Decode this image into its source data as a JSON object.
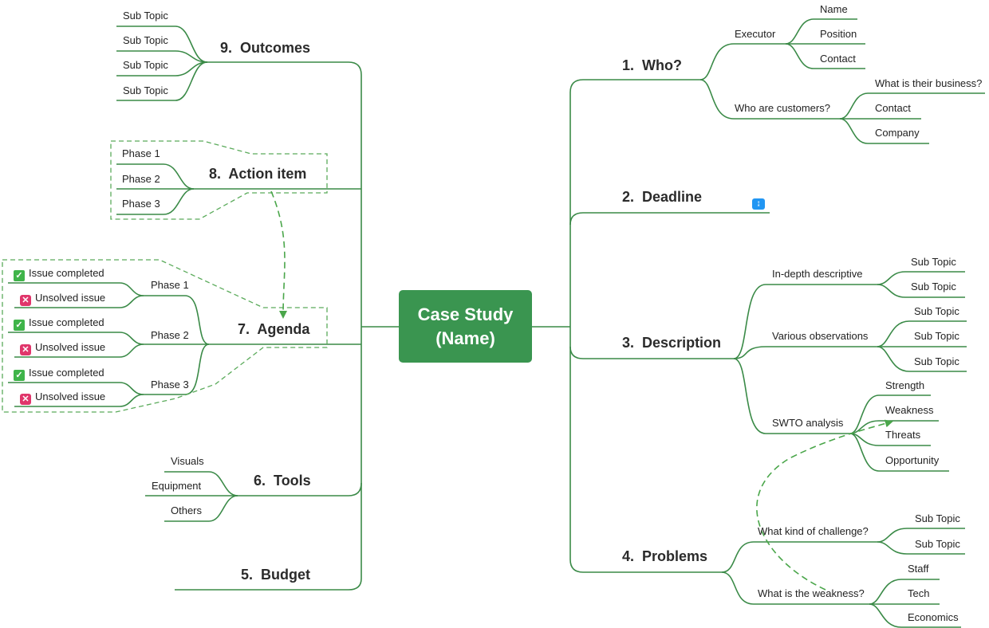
{
  "central": {
    "title": "Case Study\n(Name)"
  },
  "colors": {
    "line": "#3a8a47",
    "central": "#3a9550",
    "done": "#3fb44a",
    "fail": "#e0366b",
    "task": "#2196f3"
  },
  "icons": {
    "done": "check-icon",
    "fail": "cross-icon",
    "task": "task-icon"
  },
  "right": {
    "who": {
      "num": "1.",
      "label": "Who?",
      "executor": {
        "label": "Executor",
        "children": [
          "Name",
          "Position",
          "Contact"
        ]
      },
      "customers": {
        "label": "Who are customers?",
        "children": [
          "What is their business?",
          "Contact",
          "Company"
        ]
      }
    },
    "deadline": {
      "num": "2.",
      "label": "Deadline"
    },
    "description": {
      "num": "3.",
      "label": "Description",
      "indepth": {
        "label": "In-depth descriptive",
        "children": [
          "Sub Topic",
          "Sub Topic"
        ]
      },
      "various": {
        "label": "Various observations",
        "children": [
          "Sub Topic",
          "Sub Topic",
          "Sub Topic"
        ]
      },
      "swto": {
        "label": "SWTO analysis",
        "children": [
          "Strength",
          "Weakness",
          "Threats",
          "Opportunity"
        ]
      }
    },
    "problems": {
      "num": "4.",
      "label": "Problems",
      "challenge": {
        "label": "What kind of challenge?",
        "children": [
          "Sub Topic",
          "Sub Topic"
        ]
      },
      "weakness": {
        "label": "What is the weakness?",
        "children": [
          "Staff",
          "Tech",
          "Economics"
        ]
      }
    }
  },
  "left": {
    "budget": {
      "num": "5.",
      "label": "Budget"
    },
    "tools": {
      "num": "6.",
      "label": "Tools",
      "children": [
        "Visuals",
        "Equipment",
        "Others"
      ]
    },
    "agenda": {
      "num": "7.",
      "label": "Agenda",
      "phases": [
        {
          "label": "Phase 1",
          "done": "Issue completed",
          "fail": "Unsolved issue"
        },
        {
          "label": "Phase 2",
          "done": "Issue completed",
          "fail": "Unsolved issue"
        },
        {
          "label": "Phase 3",
          "done": "Issue completed",
          "fail": "Unsolved issue"
        }
      ]
    },
    "action": {
      "num": "8.",
      "label": "Action item",
      "children": [
        "Phase 1",
        "Phase 2",
        "Phase 3"
      ]
    },
    "outcomes": {
      "num": "9.",
      "label": "Outcomes",
      "children": [
        "Sub Topic",
        "Sub Topic",
        "Sub Topic",
        "Sub Topic"
      ]
    }
  }
}
